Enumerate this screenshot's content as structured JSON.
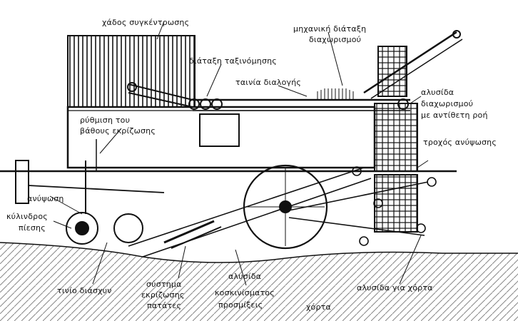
{
  "diagram": {
    "labels": {
      "hopper": "χάδος συγκέντρωσης",
      "sorting_mech": "μηχανική διάταξη",
      "sorting_mech2": "διαχωρισμού",
      "leveling": "διάταξη ταξινόμησης",
      "sorting_belt": "ταινία διαλογής",
      "separating_chain": "αλυσίδα",
      "separating_chain2": "διαχωρισμού",
      "separating_chain3": "με αντίθετη ροή",
      "digging_depth_adj": "ρύθμιση του",
      "digging_depth_adj2": "βάθους εκρίζωσης",
      "lifting_trolley": "τροχός ανύψωσης",
      "lift": "ανύψωση",
      "pressure_roller": "κύλινδρος",
      "pressure_roller2": "πίεσης",
      "guide_blade": "τινίο διάσχυν",
      "potato_lifting_system": "σύστημα",
      "potato_lifting_system2": "εκρίζωσης",
      "potato_lifting_system3": "πατάτες",
      "sieving_chain": "αλυσίδα",
      "sieving_chain2": "κοσκινίσματος",
      "sieving_chain3": "προσμίξεις",
      "haulm_chain": "αλυσίδα για χόρτα",
      "haulm": "χόρτα"
    },
    "colors": {
      "ink": "#111111",
      "paper": "#ffffff"
    }
  }
}
